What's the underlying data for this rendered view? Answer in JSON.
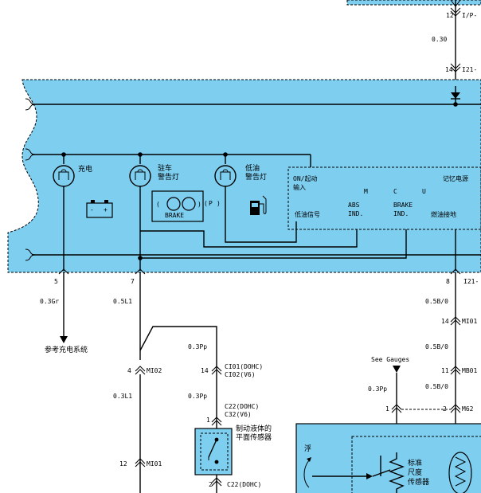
{
  "colors": {
    "panel": "#7ecef0",
    "wire": "#000000",
    "background": "#ffffff"
  },
  "top": {
    "pin_12": "12",
    "conn_12": "I/P-",
    "wire_030": "0.30",
    "pin_14": "14",
    "conn_14": "I21-"
  },
  "cluster": {
    "charge_label": "充电",
    "parking_label_1": "驻车",
    "parking_label_2": "警告灯",
    "fuel_label_1": "低油",
    "fuel_label_2": "警告灯",
    "brake_text": "BRAKE",
    "p_text": "P",
    "mcu": {
      "m": "M",
      "c": "C",
      "u": "U"
    },
    "on_start_1": "ON/起动",
    "on_start_2": "输入",
    "memory_power": "记忆电源",
    "low_fuel_signal": "低油信号",
    "abs_1": "ABS",
    "abs_2": "IND.",
    "brake_ind_1": "BRAKE",
    "brake_ind_2": "IND.",
    "fuel_gauge_ground": "燃油接地",
    "battery_minus": "-",
    "battery_plus": "+"
  },
  "left_wire": {
    "pin": "5",
    "color": "0.3Gr",
    "ref": "参考充电系统"
  },
  "mid_wire": {
    "pin": "7",
    "color": "0.5L1",
    "conn_pin": "4",
    "conn": "MI02",
    "color2": "0.3L1",
    "conn2_pin": "12",
    "conn2": "MI01"
  },
  "brake_switch": {
    "wire1": "0.3Pp",
    "conn_pin": "14",
    "conn_a": "CI01(DOHC)",
    "conn_b": "CI02(V6)",
    "wire2": "0.3Pp",
    "c22_a": "C22(DOHC)",
    "c22_b": "C32(V6)",
    "pin1": "1",
    "label_1": "制动液体的",
    "label_2": "平面传感器",
    "pin2": "2",
    "c22_c": "C22(DOHC)"
  },
  "right_wire": {
    "pin": "8",
    "conn": "I21-",
    "w1": "0.5B/0",
    "c1_pin": "14",
    "c1": "MI01",
    "w2": "0.5B/0",
    "c2_pin": "11",
    "c2": "MB01",
    "w3": "0.5B/0",
    "c3_pin": "2",
    "c3": "M62",
    "see_gauges": "See Gauges",
    "pp_wire": "0.3Pp",
    "pp_pin": "1"
  },
  "sender": {
    "float": "浮",
    "label_1": "标准",
    "label_2": "尺度",
    "label_3": "传感器"
  }
}
